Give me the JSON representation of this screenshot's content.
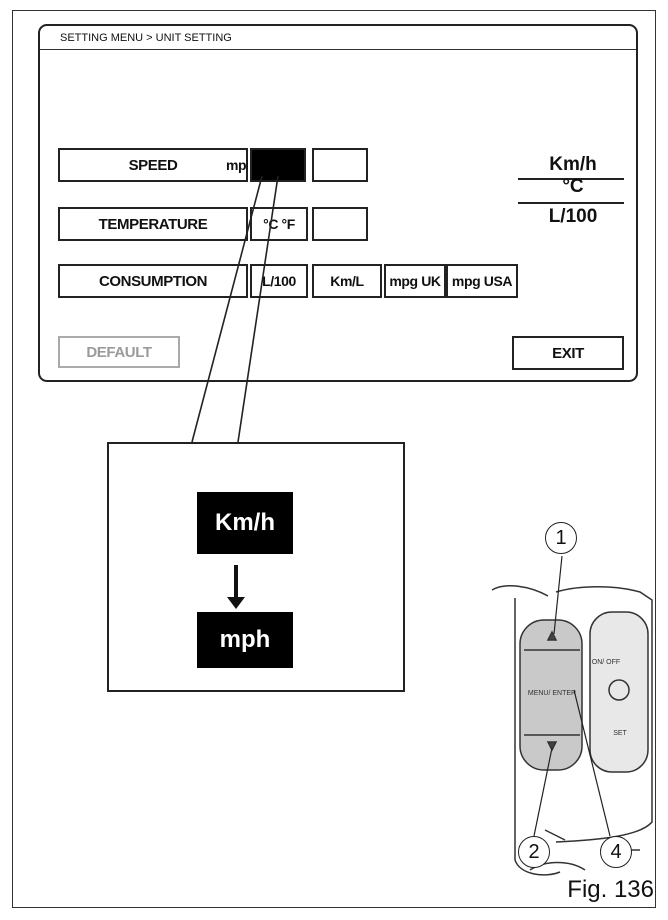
{
  "screen": {
    "breadcrumb": "SETTING MENU > UNIT SETTING",
    "rows": [
      {
        "label": "SPEED",
        "options": [
          "mph",
          "",
          ""
        ]
      },
      {
        "label": "TEMPERATURE",
        "options": [
          "°C °F",
          ""
        ]
      },
      {
        "label": "CONSUMPTION",
        "options": [
          "L/100",
          "Km/L",
          "mpg UK",
          "mpg USA"
        ]
      }
    ],
    "current_units": {
      "speed": "Km/h",
      "temperature": "°C",
      "consumption": "L/100"
    },
    "default_label": "DEFAULT",
    "exit_label": "EXIT"
  },
  "zoom": {
    "from": "Km/h",
    "to": "mph"
  },
  "callouts": [
    "1",
    "2",
    "4"
  ],
  "switch_labels": {
    "menu_enter": "MENU/ ENTER",
    "on_off": "ON/ OFF",
    "set": "SET"
  },
  "figure_label": "Fig. 136",
  "colors": {
    "selected": "#000000",
    "disabled_text": "#9a9a9a"
  }
}
